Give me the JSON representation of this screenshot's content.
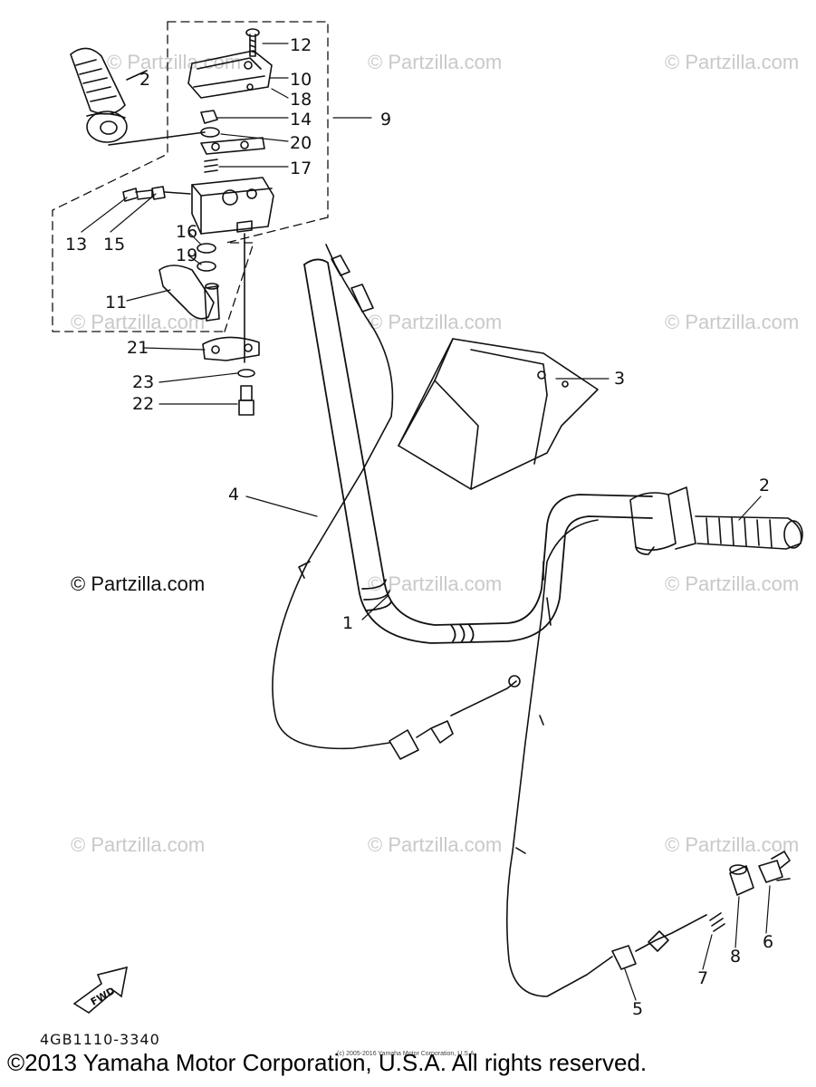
{
  "watermark_text": "© Partzilla.com",
  "watermark_prominent": "© Partzilla.com",
  "part_code": "4GB1110-3340",
  "fwd_label": "FWD",
  "copyright_small": "(c) 2005-2016 Yamaha Motor Corporation, U.S.A.",
  "copyright_main": "©2013 Yamaha Motor Corporation, U.S.A. All rights reserved.",
  "callouts": {
    "c1": "1",
    "c2a": "2",
    "c2b": "2",
    "c3": "3",
    "c4": "4",
    "c5": "5",
    "c6": "6",
    "c7": "7",
    "c8": "8",
    "c9": "9",
    "c10": "10",
    "c11": "11",
    "c12": "12",
    "c13": "13",
    "c14": "14",
    "c15": "15",
    "c16": "16",
    "c17": "17",
    "c18": "18",
    "c19": "19",
    "c20": "20",
    "c21": "21",
    "c22": "22",
    "c23": "23"
  }
}
